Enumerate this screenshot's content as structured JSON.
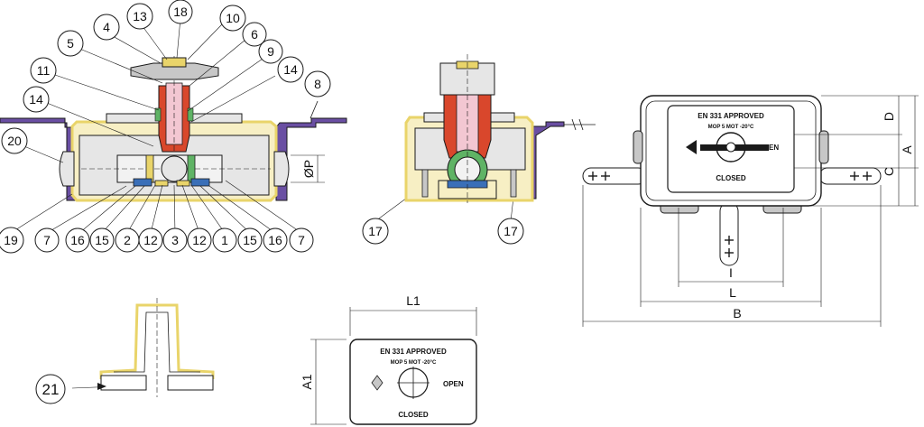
{
  "colors": {
    "line": "#1a1a1a",
    "purple": "#6a4fa3",
    "yellow": "#e9d46a",
    "yellow_fill": "#f7efc4",
    "red": "#d9472c",
    "pink": "#f3c7d2",
    "green": "#5fb365",
    "blue": "#3a6fb8",
    "grey": "#c7c7c7",
    "plate_fill": "#f2f2f2",
    "body_fill": "#e6e6e6"
  },
  "callouts": {
    "c4": "4",
    "c13": "13",
    "c18": "18",
    "c10": "10",
    "c6": "6",
    "c5": "5",
    "c9": "9",
    "c11": "11",
    "c14a": "14",
    "c8": "8",
    "c14b": "14",
    "c20": "20",
    "c19": "19",
    "c7a": "7",
    "c16a": "16",
    "c15a": "15",
    "c2": "2",
    "c12a": "12",
    "c3": "3",
    "c12b": "12",
    "c1": "1",
    "c15b": "15",
    "c16b": "16",
    "c7b": "7",
    "c17a": "17",
    "c17b": "17",
    "c21": "21"
  },
  "dimensions": {
    "dp": "ØP",
    "d": "D",
    "a": "A",
    "c": "C",
    "i": "I",
    "l": "L",
    "b": "B",
    "l1": "L1",
    "a1": "A1"
  },
  "plate_large": {
    "approval": "EN 331 APPROVED",
    "spec": "MOP 5  MOT -20°C",
    "open": "EN",
    "closed": "CLOSED"
  },
  "plate_small": {
    "approval": "EN 331 APPROVED",
    "spec": "MOP 5  MOT -20°C",
    "open": "OPEN",
    "closed": "CLOSED"
  }
}
